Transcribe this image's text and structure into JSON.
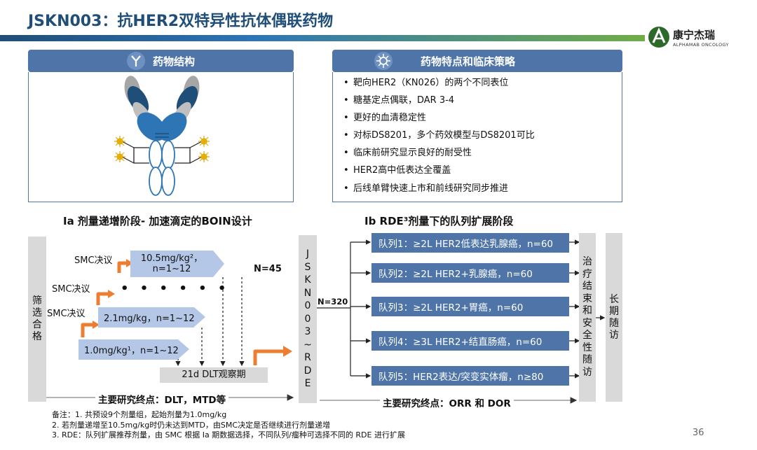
{
  "title": "JSKN003：抗HER2双特异性抗体偶联药物",
  "logo": {
    "name_cn": "康宁杰瑞",
    "name_en": "ALPHAMAB ONCOLOGY"
  },
  "left_panel": {
    "header": "药物结构"
  },
  "right_panel": {
    "header": "药物特点和临床策略",
    "items": [
      "靶向HER2（KN026）的两个不同表位",
      "糖基定点偶联，DAR 3-4",
      "更好的血清稳定性",
      "对标DS8201，多个药效模型与DS8201可比",
      "临床前研究显示良好的耐受性",
      "HER2高中低表达全覆盖",
      "后线单臂快速上市和前线研究同步推进"
    ]
  },
  "ia": {
    "title": "Ia 剂量递增阶段- 加速滴定的BOIN设计",
    "screen": [
      "筛",
      "选",
      "合",
      "格"
    ],
    "doses": [
      {
        "line1": "10.5mg/kg²，",
        "line2": "n=1~12"
      },
      {
        "line1": "2.1mg/kg，n=1~12"
      },
      {
        "line1": "1.0mg/kg¹，n=1~12"
      }
    ],
    "smc": [
      "SMC决议",
      "SMC决议",
      "SMC决议"
    ],
    "dots": "• • • • • •",
    "n45": "N=45",
    "dlt": "21d DLT观察期",
    "endpoint": "主要研究终点：DLT，MTD等"
  },
  "center_bar": [
    "J",
    "S",
    "K",
    "N",
    "0",
    "0",
    "3",
    "~",
    "R",
    "D",
    "E"
  ],
  "n320": "N=320",
  "ib": {
    "title": "Ib RDE³剂量下的队列扩展阶段",
    "cohorts": [
      "队列1：≥2L HER2低表达乳腺癌，n=60",
      "队列2：≥2L HER2+乳腺癌，n=60",
      "队列3：≥2L HER2+胃癌，n=60",
      "队列4：≥3L HER2+结直肠癌，n=60",
      "队列5：HER2表达/突变实体瘤，n≥80"
    ],
    "endpoint": "主要研究终点：ORR 和 DOR"
  },
  "followup": [
    "治",
    "疗",
    "结",
    "束",
    "和",
    "安",
    "全",
    "性",
    "随",
    "访"
  ],
  "longterm": [
    "长",
    "期",
    "随",
    "访"
  ],
  "notes": [
    "备注：1. 共预设9个剂量组，起始剂量为1.0mg/kg",
    "2. 若剂量递增至10.5mg/kg时仍未达到MTD，由SMC决定是否继续进行剂量递增",
    "3. RDE：队列扩展推荐剂量，由 SMC 根据 Ia 期数据选择，不同队列/瘤种可选择不同的 RDE 进行扩展"
  ],
  "page_number": "36",
  "colors": {
    "navy": "#1f4e79",
    "panel_blue": "#4f75a8",
    "dose_fill": "#b4c7e7",
    "orange": "#ed7d31",
    "gray": "#d9d9d9"
  }
}
